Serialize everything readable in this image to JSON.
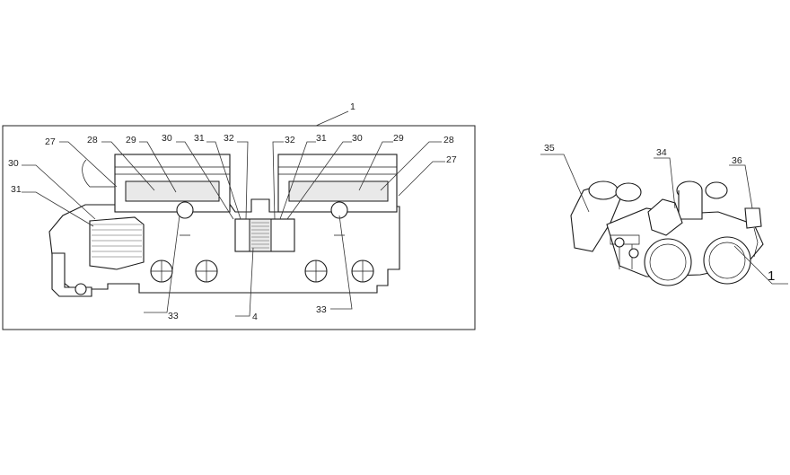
{
  "diagram": {
    "section_view": {
      "callout_top": "1",
      "labels_left": [
        "27",
        "28",
        "29",
        "30",
        "31",
        "32",
        "30",
        "31"
      ],
      "labels_right": [
        "32",
        "31",
        "30",
        "29",
        "28",
        "27"
      ],
      "labels_bottom": [
        "33",
        "4",
        "33"
      ]
    },
    "assembly_view": {
      "labels": [
        "35",
        "34",
        "36",
        "1"
      ]
    }
  }
}
